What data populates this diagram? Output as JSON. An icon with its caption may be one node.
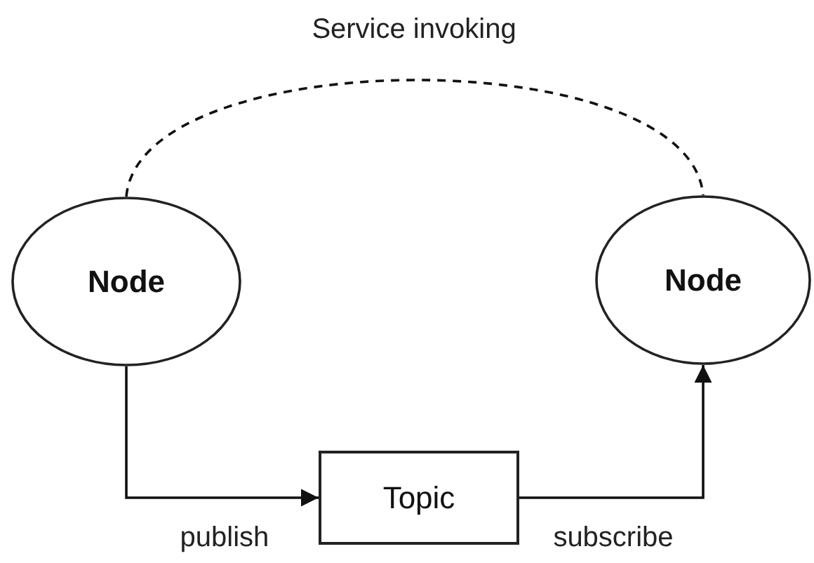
{
  "diagram": {
    "nodes": [
      {
        "text": [
          "Node"
        ]
      },
      {
        "text": [
          "Node"
        ]
      },
      {
        "text": [
          "Topic"
        ]
      }
    ],
    "edges": [
      {
        "from": 0,
        "to": 1,
        "arrow": "none",
        "style": "dashed",
        "label": "Service invoking"
      },
      {
        "from": 0,
        "to": 2,
        "arrow": "to",
        "label": "publish"
      },
      {
        "from": 2,
        "to": 1,
        "arrow": "to",
        "label": "subscribe"
      }
    ]
  }
}
